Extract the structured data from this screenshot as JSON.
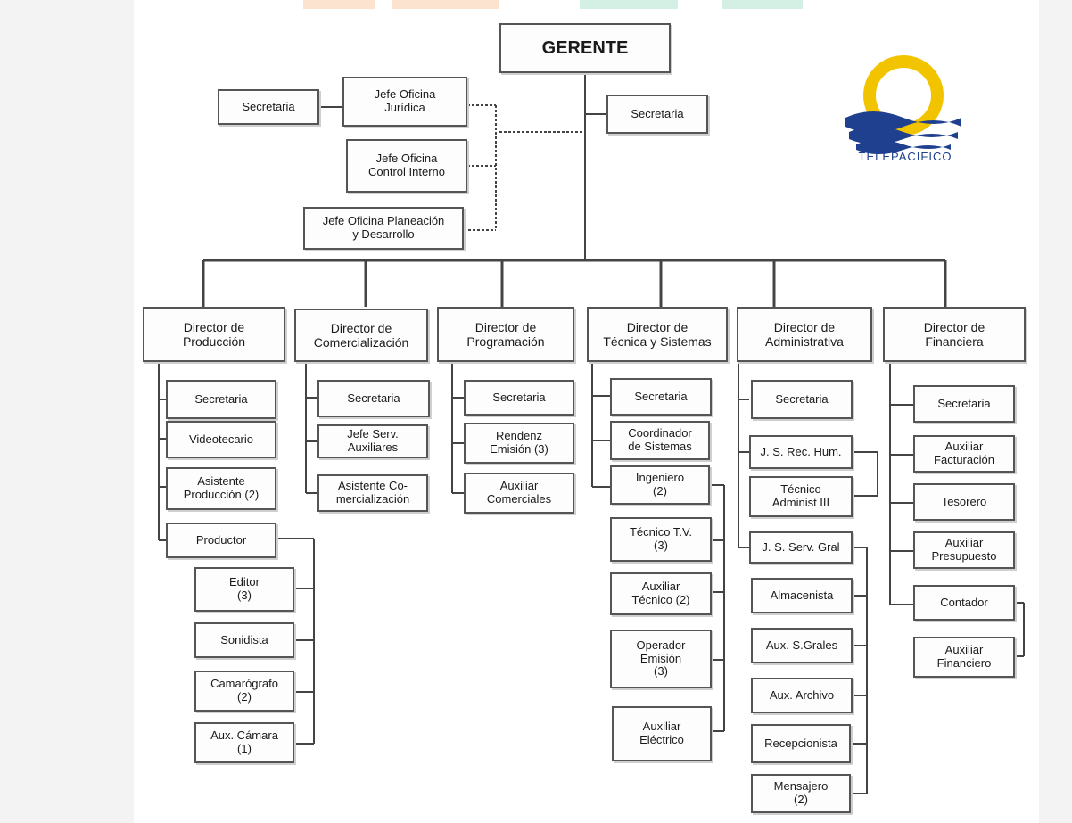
{
  "colors": {
    "box_border": "#555555",
    "line": "#444444",
    "logo_sun": "#f2c400",
    "logo_waves": "#1f3f8f"
  },
  "logo": {
    "icon": "sun-over-waves-icon",
    "name": "TELEPACIFICO"
  },
  "chart": {
    "top": {
      "gerente": "GERENTE",
      "secretaria": "Secretaria"
    },
    "staff": {
      "juridica": "Jefe Oficina\nJurídica",
      "juridica_secretaria": "Secretaria",
      "control": "Jefe Oficina\nControl Interno",
      "planeacion": "Jefe Oficina Planeación\ny Desarrollo"
    },
    "directors": [
      {
        "title": "Director de\nProducción",
        "units": [
          "Secretaria",
          "Videotecario",
          "Asistente\nProducción (2)",
          "Productor"
        ],
        "subunits": [
          "Editor\n(3)",
          "Sonidista",
          "Camarógrafo\n(2)",
          "Aux. Cámara\n(1)"
        ]
      },
      {
        "title": "Director de\nComercialización",
        "units": [
          "Secretaria",
          "Jefe Serv.\nAuxiliares",
          "Asistente Co-\nmercialización"
        ]
      },
      {
        "title": "Director de\nProgramación",
        "units": [
          "Secretaria",
          "Rendenz\nEmisión (3)",
          "Auxiliar\nComerciales"
        ]
      },
      {
        "title": "Director de\nTécnica y Sistemas",
        "units": [
          "Secretaria",
          "Coordinador\nde Sistemas",
          "Ingeniero\n(2)",
          "Técnico T.V.\n(3)",
          "Auxiliar\nTécnico (2)",
          "Operador\nEmisión\n(3)",
          "Auxiliar\nEléctrico"
        ]
      },
      {
        "title": "Director de\nAdministrativa",
        "units": [
          "Secretaria",
          "J. S. Rec. Hum.",
          "Técnico\nAdminist III",
          "J. S. Serv. Gral",
          "Almacenista",
          "Aux. S.Grales",
          "Aux. Archivo",
          "Recepcionista",
          "Mensajero\n(2)"
        ]
      },
      {
        "title": "Director de\nFinanciera",
        "units": [
          "Secretaria",
          "Auxiliar\nFacturación",
          "Tesorero",
          "Auxiliar\nPresupuesto",
          "Contador",
          "Auxiliar\nFinanciero"
        ]
      }
    ]
  }
}
